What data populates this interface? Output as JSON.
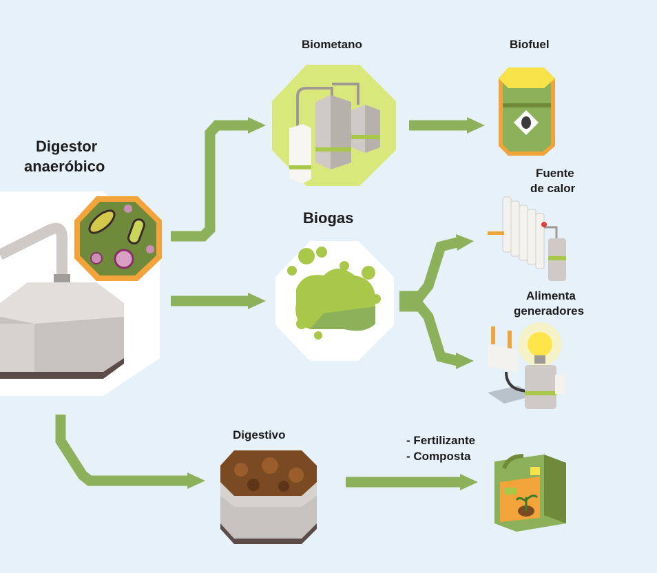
{
  "colors": {
    "background": "#e6f1fa",
    "arrow": "#8db15a",
    "lime": "#a9c84a",
    "lime_light": "#d9e87a",
    "tank_gray": "#d6d2ce",
    "tank_dark": "#a39d99",
    "orange": "#f2a33a",
    "soil": "#7a4a23"
  },
  "labels": {
    "digestor_line1": "Digestor",
    "digestor_line2": "anaeróbico",
    "biometano": "Biometano",
    "biofuel": "Biofuel",
    "biogas": "Biogas",
    "fuente_line1": "Fuente",
    "fuente_line2": "de calor",
    "alimenta_line1": "Alimenta",
    "alimenta_line2": "generadores",
    "digestivo": "Digestivo",
    "fertilizante": "- Fertilizante",
    "composta": "- Composta"
  },
  "icons": [
    "digester-tank-icon",
    "bacteria-icon",
    "biomethane-tanks-icon",
    "fuel-barrel-icon",
    "biogas-cloud-icon",
    "radiator-icon",
    "plug-bulb-generator-icon",
    "digestate-tank-icon",
    "fertilizer-canister-icon"
  ]
}
